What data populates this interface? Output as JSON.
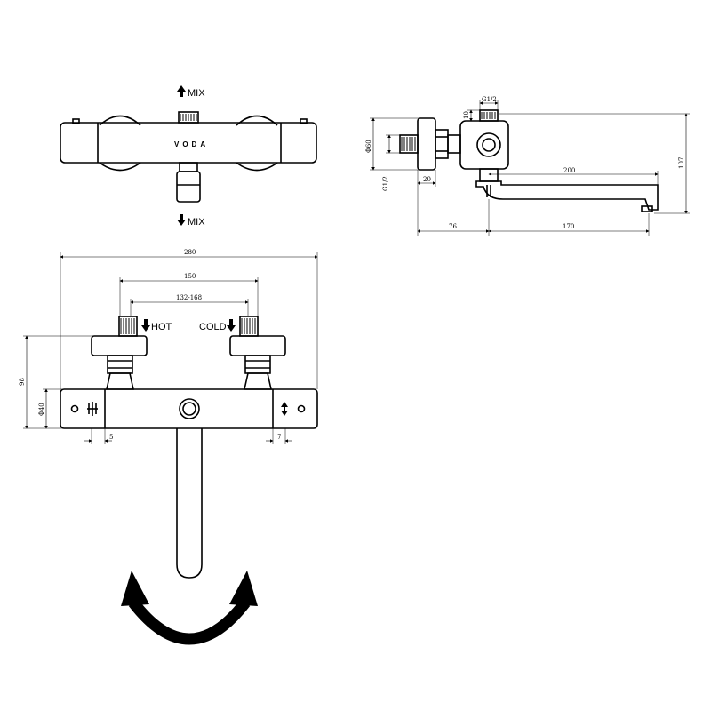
{
  "top_view": {
    "brand": "VODA",
    "mix_in": "MIX",
    "mix_out": "MIX"
  },
  "side_view": {
    "dims": {
      "g12_top": "G1/2",
      "ten": "10",
      "phi60": "Φ60",
      "g12_side": "G1/2",
      "twenty": "20",
      "two_hundred": "200",
      "one_zero_seven": "107",
      "seventy_six": "76",
      "one_seventy": "170"
    }
  },
  "front_view": {
    "hot_label": "HOT",
    "cold_label": "COLD",
    "dims": {
      "width": "280",
      "centers": "150",
      "centers_range": "132-168",
      "height": "98",
      "diameter": "Φ40",
      "left_gap": "5",
      "right_gap": "7"
    }
  },
  "colors": {
    "line": "#000000",
    "background": "#ffffff"
  }
}
